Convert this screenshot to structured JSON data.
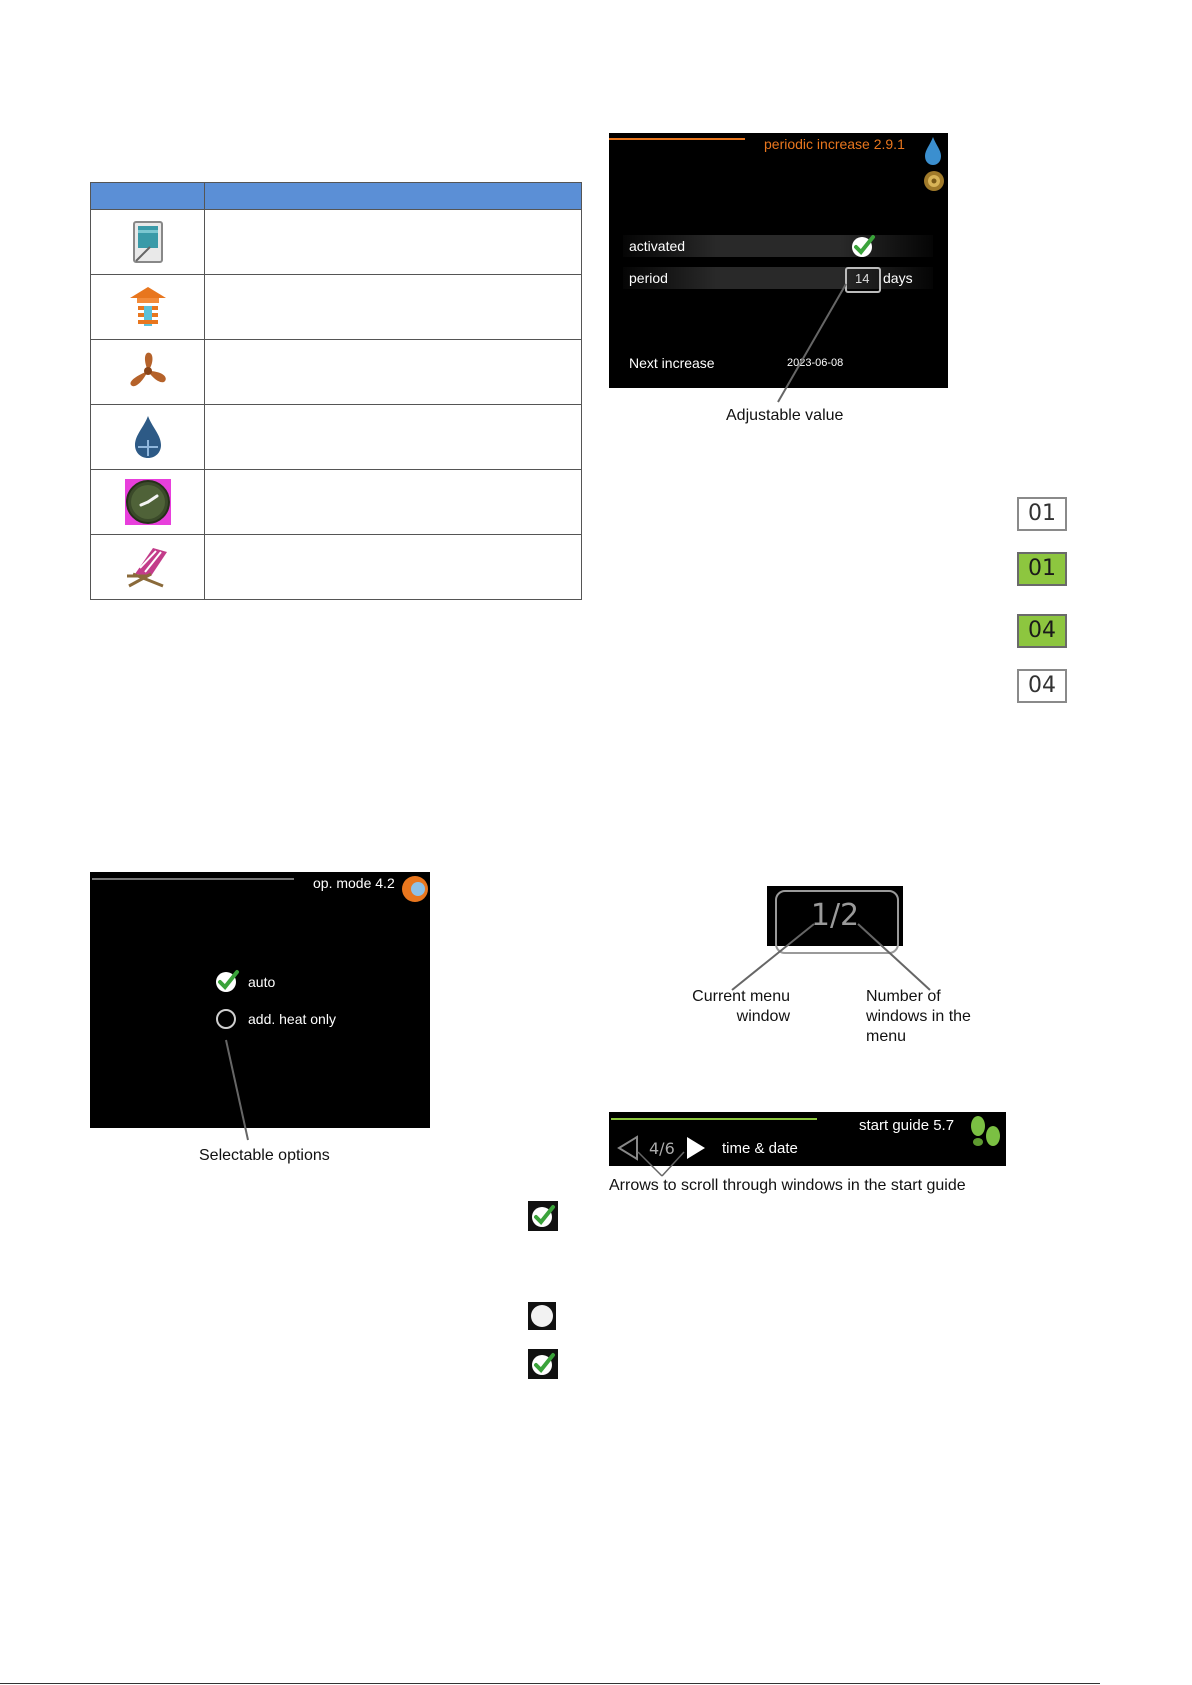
{
  "periodic_screen": {
    "title": "periodic increase 2.9.1",
    "activated_label": "activated",
    "period_label": "period",
    "period_value": "14",
    "period_unit": "days",
    "next_increase_label": "Next increase",
    "next_increase_value": "2023-06-08",
    "callout": "Adjustable value"
  },
  "number_boxes": [
    {
      "value": "01",
      "state": "normal"
    },
    {
      "value": "01",
      "state": "selected"
    },
    {
      "value": "04",
      "state": "selected"
    },
    {
      "value": "04",
      "state": "normal"
    }
  ],
  "opmode_screen": {
    "title": "op. mode 4.2",
    "option_auto": "auto",
    "option_add_heat": "add. heat only",
    "callout": "Selectable options"
  },
  "menu_window": {
    "indicator": "1/2",
    "current_label": "Current menu window",
    "number_label": "Number of windows in the menu"
  },
  "start_guide": {
    "title": "start guide 5.7",
    "page": "4/6",
    "item": "time & date",
    "callout": "Arrows to scroll through windows in the start guide"
  },
  "symbol_icons": [
    "hot-water-heater-icon",
    "heating-tower-icon",
    "fan-icon",
    "water-drop-icon",
    "clock-icon",
    "deckchair-icon"
  ],
  "colors": {
    "table_header": "#5b8fd6",
    "accent_orange": "#e8761e",
    "select_green": "#8dc63f"
  }
}
